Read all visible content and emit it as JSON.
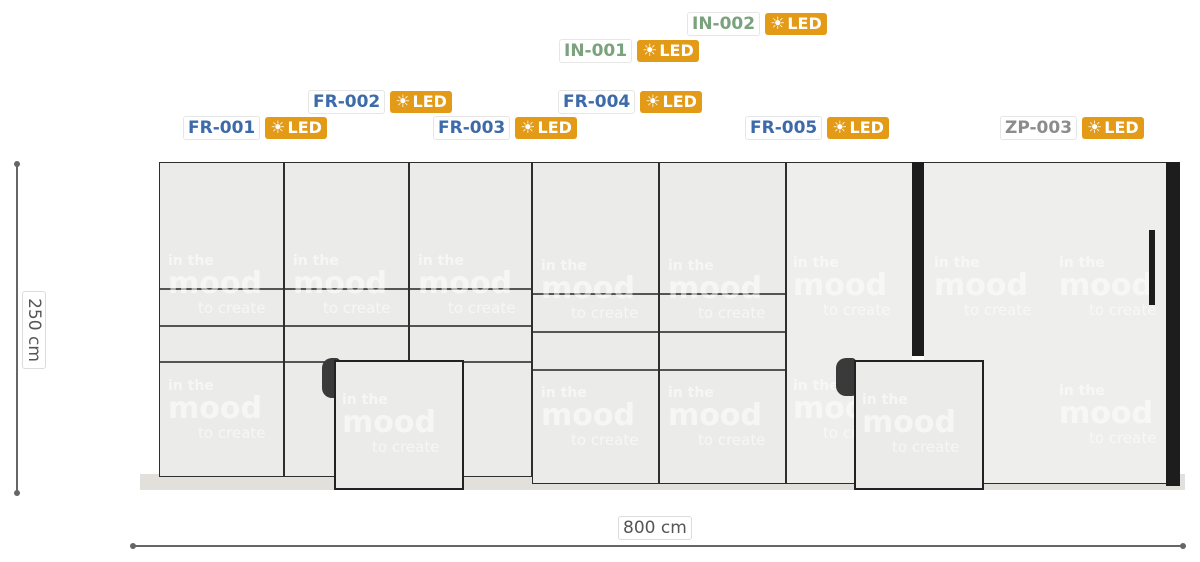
{
  "labels": [
    {
      "code": "IN-002",
      "kind": "in",
      "led": "LED"
    },
    {
      "code": "IN-001",
      "kind": "in",
      "led": "LED"
    },
    {
      "code": "FR-002",
      "kind": "fr",
      "led": "LED"
    },
    {
      "code": "FR-004",
      "kind": "fr",
      "led": "LED"
    },
    {
      "code": "FR-001",
      "kind": "fr",
      "led": "LED"
    },
    {
      "code": "FR-003",
      "kind": "fr",
      "led": "LED"
    },
    {
      "code": "FR-005",
      "kind": "fr",
      "led": "LED"
    },
    {
      "code": "ZP-003",
      "kind": "zp",
      "led": "LED"
    }
  ],
  "dimensions": {
    "height": "250 cm",
    "width": "800 cm"
  },
  "branding": {
    "line1": "in the",
    "line2": "mood",
    "line3": "to create"
  },
  "colors": {
    "fr_code": "#3d6aa8",
    "in_code": "#7aa27c",
    "zp_code": "#8c8c8c",
    "led_badge": "#e29a17"
  }
}
